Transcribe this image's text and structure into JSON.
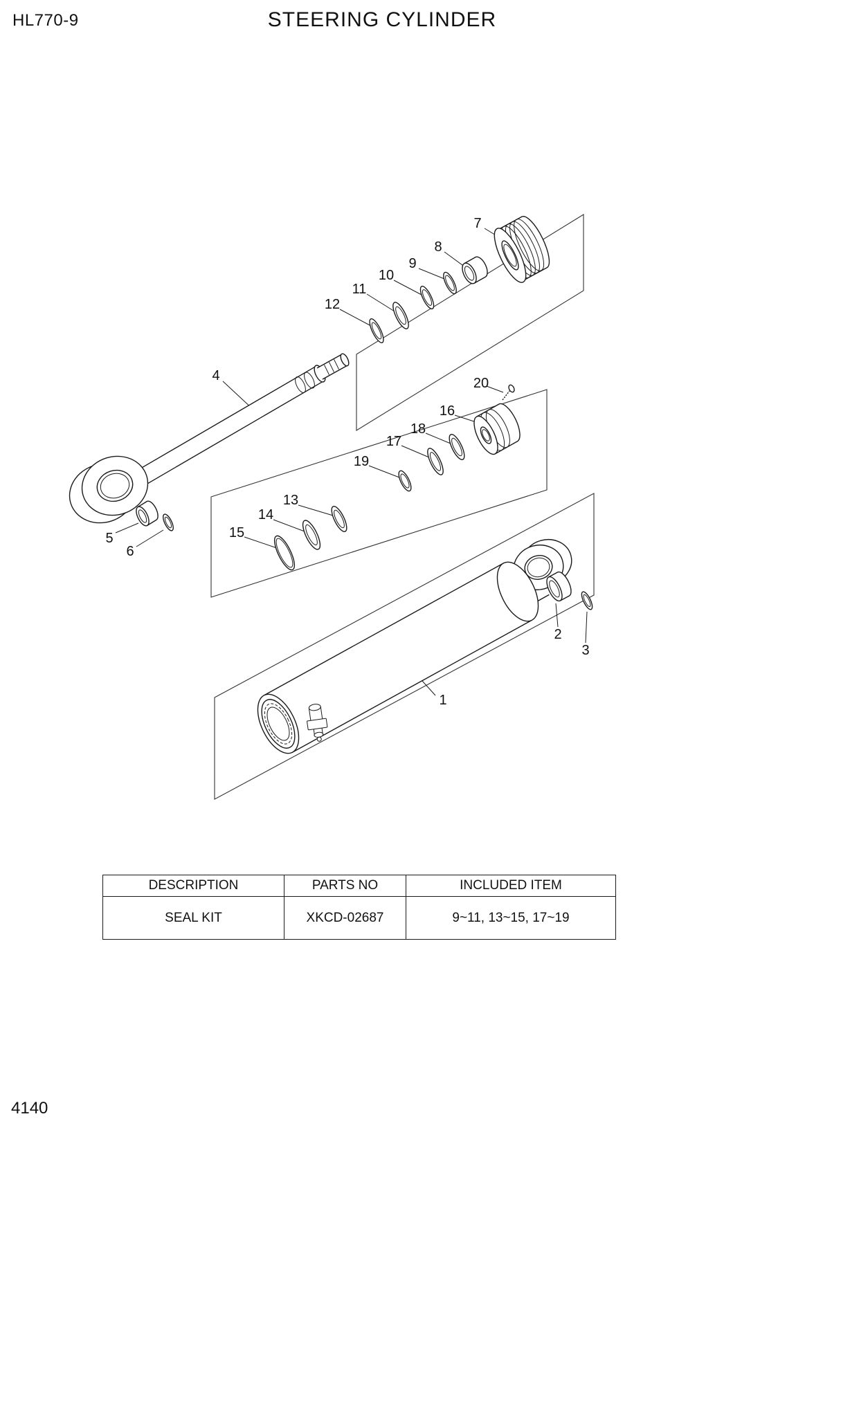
{
  "header": {
    "model_code": "HL770-9",
    "title": "STEERING CYLINDER"
  },
  "footer": {
    "page_number": "4140"
  },
  "colors": {
    "ink": "#1a1a1a",
    "background": "#ffffff"
  },
  "parts_table": {
    "headers": [
      "DESCRIPTION",
      "PARTS NO",
      "INCLUDED ITEM"
    ],
    "rows": [
      {
        "description": "SEAL KIT",
        "parts_no": "XKCD-02687",
        "included_item": "9~11, 13~15, 17~19"
      }
    ]
  },
  "callouts": {
    "c1": "1",
    "c2": "2",
    "c3": "3",
    "c4": "4",
    "c5": "5",
    "c6": "6",
    "c7": "7",
    "c8": "8",
    "c9": "9",
    "c10": "10",
    "c11": "11",
    "c12": "12",
    "c13": "13",
    "c14": "14",
    "c15": "15",
    "c16": "16",
    "c17": "17",
    "c18": "18",
    "c19": "19",
    "c20": "20"
  }
}
